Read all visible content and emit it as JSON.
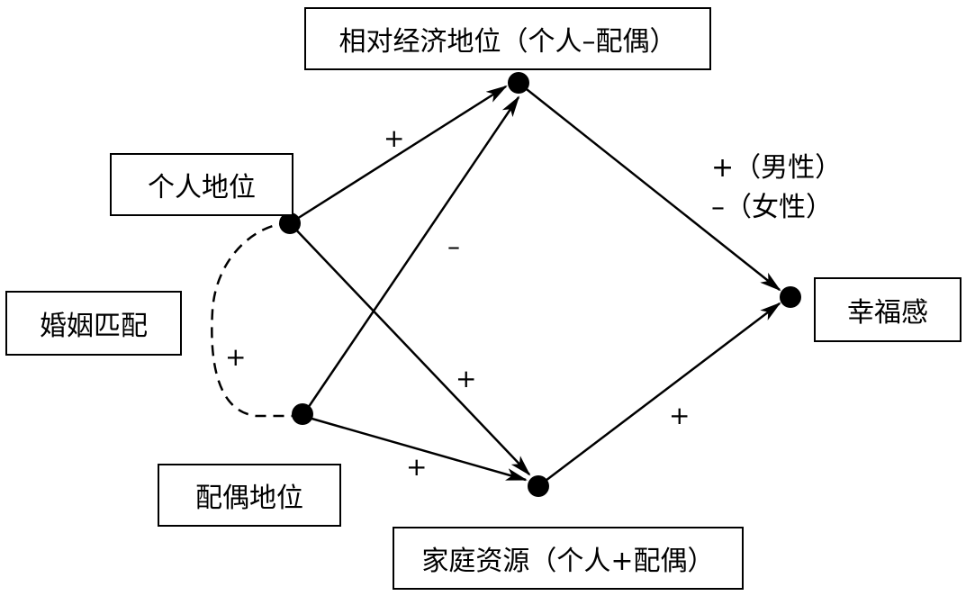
{
  "nodes": {
    "relative_status": "相对经济地位（个人–配偶）",
    "personal_status": "个人地位",
    "marital_matching": "婚姻匹配",
    "spouse_status": "配偶地位",
    "family_resources": "家庭资源（个人+配偶）",
    "happiness": "幸福感"
  },
  "edge_labels": {
    "personal_to_relative": "+",
    "spouse_to_relative": "–",
    "personal_to_family": "+",
    "spouse_to_family": "+",
    "family_to_happiness": "+",
    "matching": "+",
    "relative_to_happiness_male": "+（男性）",
    "relative_to_happiness_female": "–（女性）"
  },
  "colors": {
    "stroke": "#000000",
    "background": "#ffffff"
  }
}
